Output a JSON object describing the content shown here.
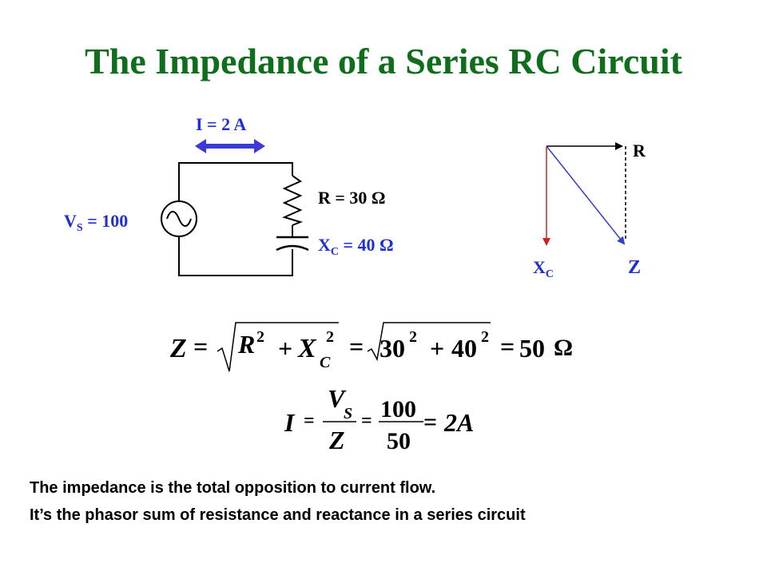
{
  "title": "The Impedance of a Series RC Circuit",
  "circuit": {
    "current_label": "I = 2 A",
    "source_prefix": "V",
    "source_sub": "S",
    "source_suffix": " = 100",
    "resistor_label": "R = 30 Ω",
    "cap_prefix": "X",
    "cap_sub": "C",
    "cap_suffix": " = 40 Ω"
  },
  "phasor": {
    "r_label": "R",
    "xc_main": "X",
    "xc_sub": "C",
    "z_label": "Z"
  },
  "formula1": {
    "z": "Z",
    "eq1": "=",
    "r": "R",
    "exp1": "2",
    "plus1": "+",
    "x": "X",
    "exp2": "2",
    "sub_c": "C",
    "eq2": "=",
    "n30": "30",
    "exp3": "2",
    "plus2": "+",
    "n40": "40",
    "exp4": "2",
    "eq3": "=",
    "n50": "50",
    "ohm": "Ω"
  },
  "formula2": {
    "i": "I",
    "eq1": "=",
    "v": "V",
    "sub_s": "S",
    "z": "Z",
    "eq2": "=",
    "num": "100",
    "den": "50",
    "eq3": "=",
    "result": "2A"
  },
  "captions": [
    "The impedance is the total opposition to current flow.",
    "It’s the phasor sum of resistance and reactance in a series circuit"
  ],
  "colors": {
    "title": "#0f6e1c",
    "current_arrow": "#3a3ad6",
    "label_blue": "#1f2fd0",
    "phasor_red": "#d42020",
    "phasor_z": "#3040c8"
  }
}
